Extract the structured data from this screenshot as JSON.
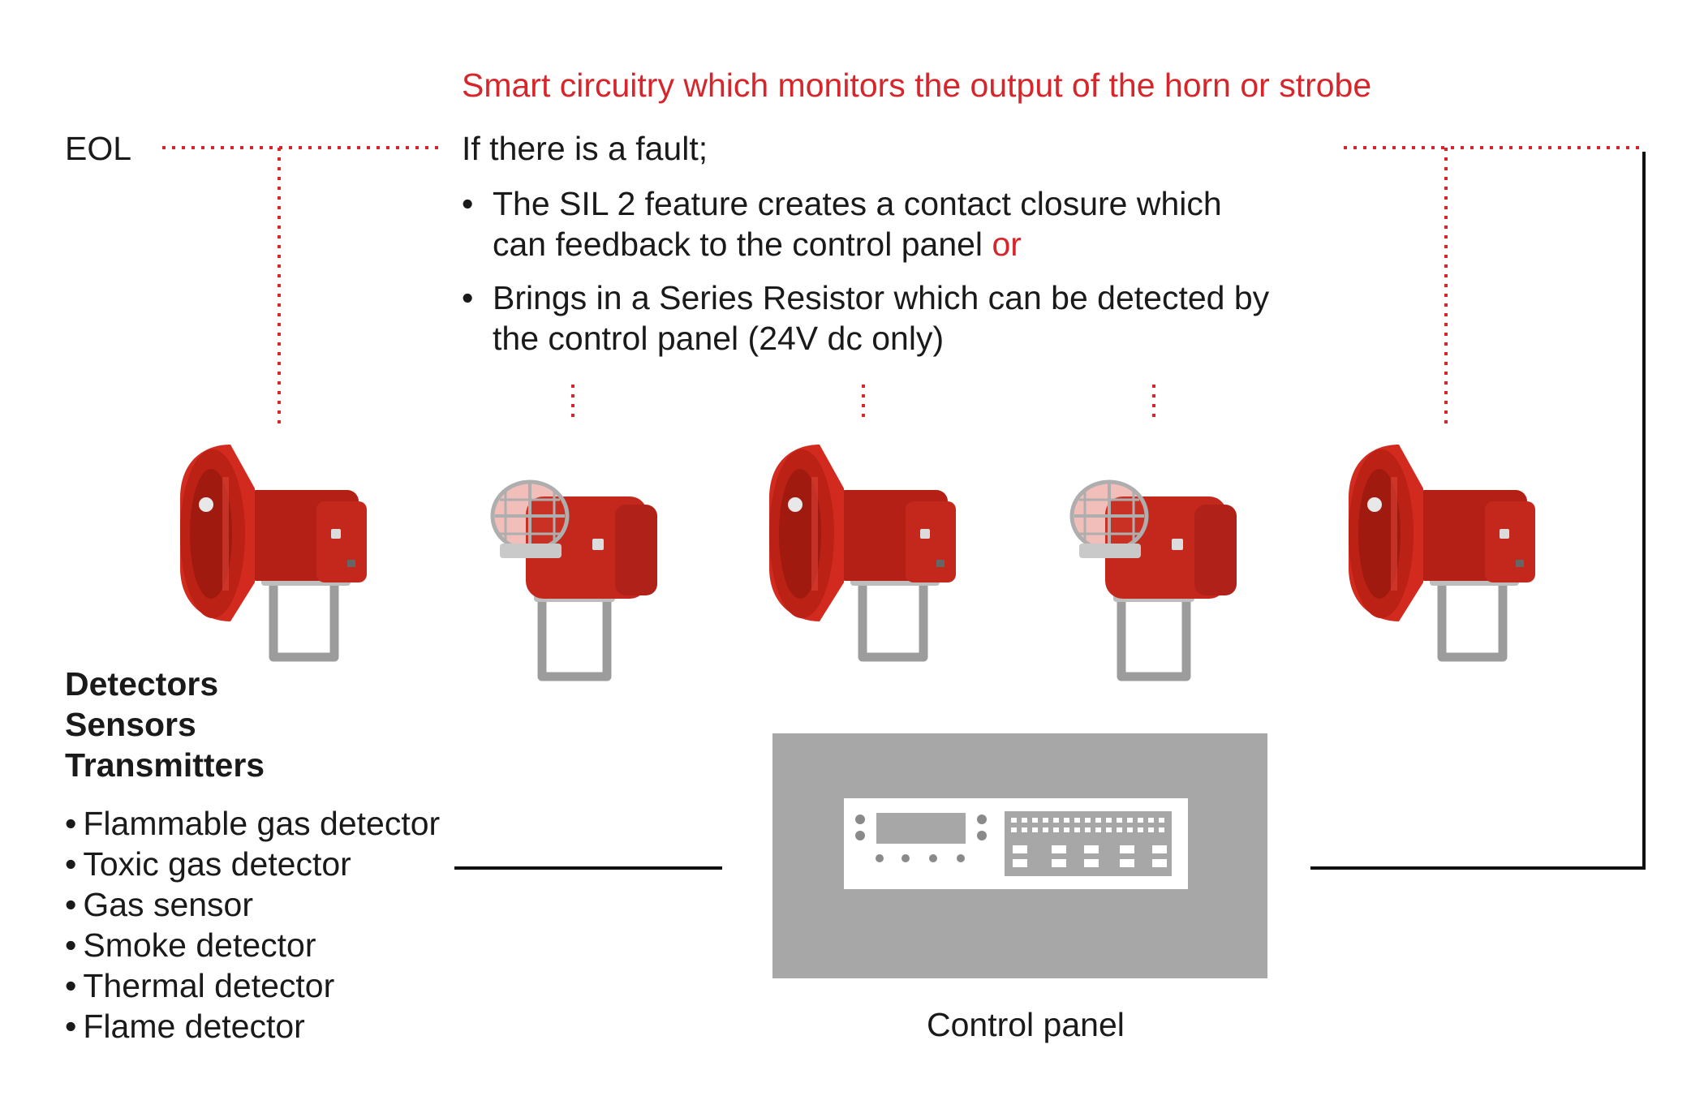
{
  "header": {
    "title": "Smart circuitry which monitors the output of the horn or strobe"
  },
  "eol_label": "EOL",
  "fault": {
    "intro": "If there is a fault;",
    "bullets": [
      {
        "line1": "The SIL 2 feature creates a contact closure which",
        "line2": "can feedback to the control panel",
        "suffix": "or"
      },
      {
        "line1": "Brings in a Series Resistor which can be detected by",
        "line2": "the control panel (24V dc only)",
        "suffix": ""
      }
    ]
  },
  "devices": [
    {
      "type": "horn",
      "icon": "horn-sounder-icon"
    },
    {
      "type": "strobe",
      "icon": "strobe-beacon-icon"
    },
    {
      "type": "horn",
      "icon": "horn-sounder-icon"
    },
    {
      "type": "strobe",
      "icon": "strobe-beacon-icon"
    },
    {
      "type": "horn",
      "icon": "horn-sounder-icon"
    }
  ],
  "sensors": {
    "headings": [
      "Detectors",
      "Sensors",
      "Transmitters"
    ],
    "items": [
      "Flammable gas detector",
      "Toxic gas detector",
      "Gas sensor",
      "Smoke detector",
      "Thermal detector",
      "Flame detector"
    ]
  },
  "control_panel": {
    "label": "Control panel"
  },
  "colors": {
    "accent_red": "#d7262b",
    "device_red": "#d22a1e",
    "panel_gray": "#a7a7a7",
    "line_black": "#111111"
  }
}
